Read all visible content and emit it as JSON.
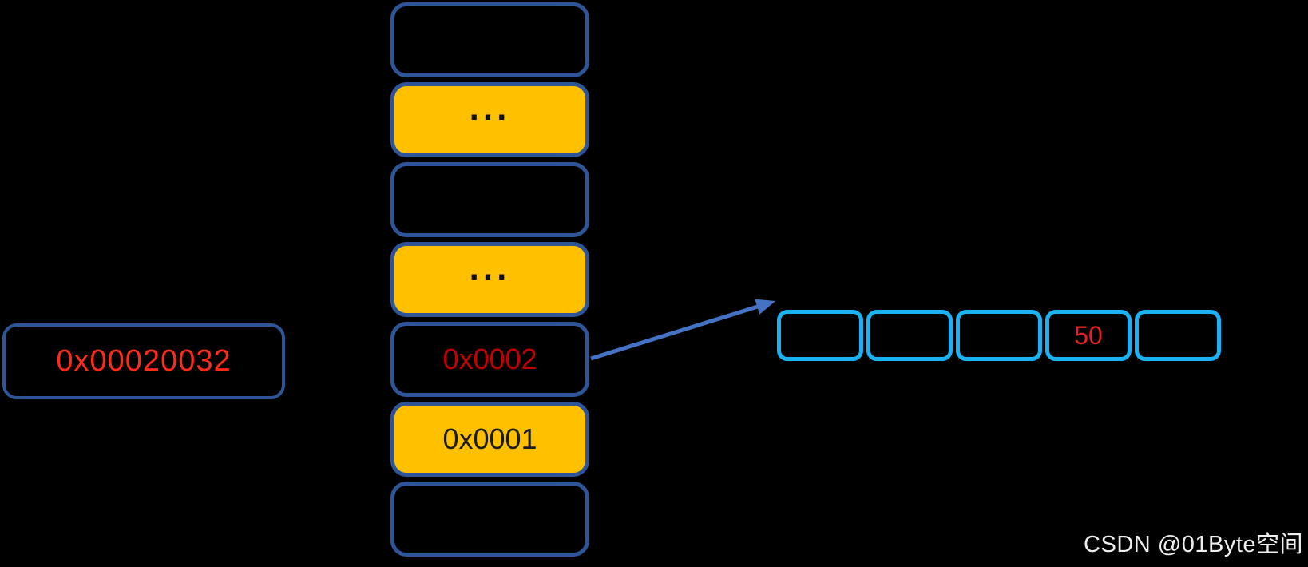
{
  "diagram": {
    "address_box": {
      "value": "0x00020032"
    },
    "stack": {
      "cells": [
        {
          "value": "",
          "fill": "black"
        },
        {
          "value": "...",
          "fill": "yellow"
        },
        {
          "value": "",
          "fill": "black"
        },
        {
          "value": "...",
          "fill": "yellow"
        },
        {
          "value": "0x0002",
          "fill": "black"
        },
        {
          "value": "0x0001",
          "fill": "yellow"
        },
        {
          "value": "",
          "fill": "black"
        }
      ]
    },
    "memory_row": {
      "cells": [
        {
          "value": ""
        },
        {
          "value": ""
        },
        {
          "value": ""
        },
        {
          "value": "50"
        },
        {
          "value": ""
        }
      ]
    },
    "watermark": "CSDN @01Byte空间"
  },
  "colors": {
    "background": "#000000",
    "stack_border_blue": "#2E5597",
    "cell_yellow": "#FFC000",
    "memory_cell_border_cyan": "#1AB2F2",
    "arrow_blue": "#4472C4",
    "address_text_red": "#FF2A1A",
    "pointer_text_dark_red": "#C00000",
    "memory_value_red": "#E32222",
    "watermark_text": "#EFEFEF"
  }
}
